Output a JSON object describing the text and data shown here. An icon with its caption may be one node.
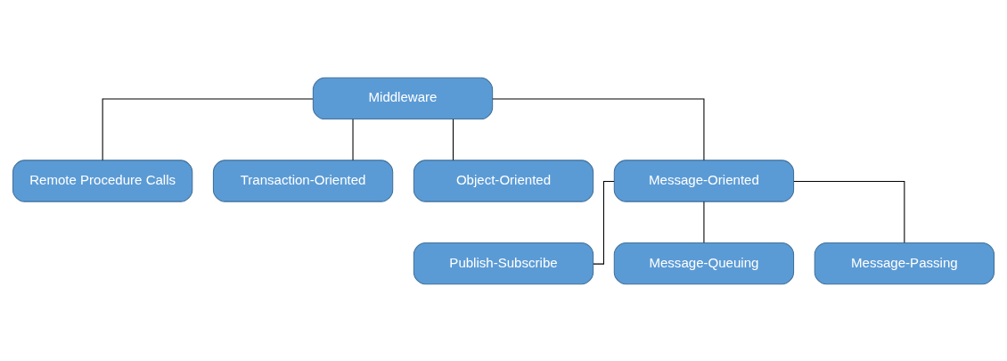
{
  "diagram": {
    "nodes": [
      {
        "text": [
          "Middleware"
        ]
      },
      {
        "text": [
          "Remote Procedure Calls"
        ]
      },
      {
        "text": [
          "Transaction-Oriented"
        ]
      },
      {
        "text": [
          "Object-Oriented"
        ]
      },
      {
        "text": [
          "Message-Oriented"
        ]
      },
      {
        "text": [
          "Publish-Subscribe"
        ]
      },
      {
        "text": [
          "Message-Queuing"
        ]
      },
      {
        "text": [
          "Message-Passing"
        ]
      }
    ],
    "edges": [
      {
        "from": 0,
        "to": 1,
        "arrow": "none"
      },
      {
        "from": 0,
        "to": 2,
        "arrow": "none"
      },
      {
        "from": 0,
        "to": 3,
        "arrow": "none"
      },
      {
        "from": 0,
        "to": 4,
        "arrow": "none"
      },
      {
        "from": 4,
        "to": 5,
        "arrow": "none"
      },
      {
        "from": 4,
        "to": 6,
        "arrow": "none"
      },
      {
        "from": 4,
        "to": 7,
        "arrow": "none"
      }
    ]
  }
}
